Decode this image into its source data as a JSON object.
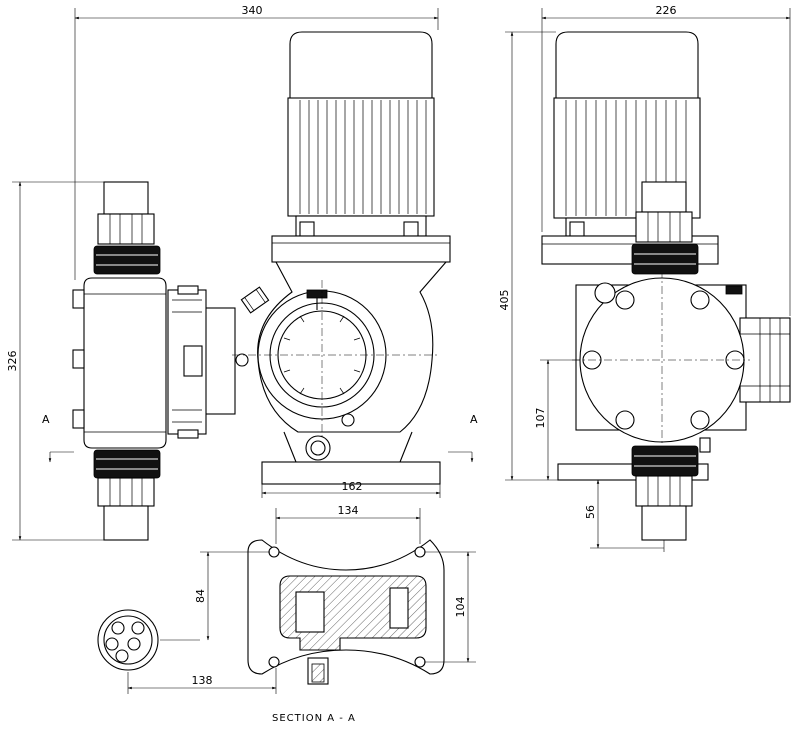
{
  "dimensions": {
    "front_width": "340",
    "side_width": "226",
    "front_height": "326",
    "side_height": "405",
    "base_width": "162",
    "side_center_height": "107",
    "side_port_height": "56",
    "section_width": "134",
    "section_height": "104",
    "section_offset_v": "84",
    "section_offset_h": "138"
  },
  "labels": {
    "section_marker_left": "A",
    "section_marker_right": "A",
    "section_title": "SECTION A - A"
  }
}
